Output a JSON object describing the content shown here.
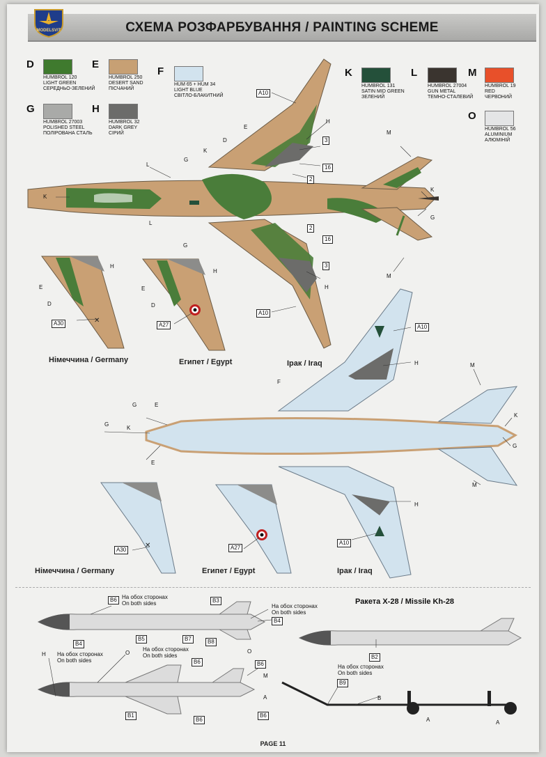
{
  "header": {
    "title": "СХЕМА РОЗФАРБУВАННЯ / PAINTING SCHEME",
    "logo_text": "MODELSVIT"
  },
  "swatches": [
    {
      "letter": "D",
      "color": "#3f7a2e",
      "lines": [
        "HUMBROL 120",
        "LIGHT GREEN",
        "СЕРЕДНЬО-ЗЕЛЕНИЙ"
      ]
    },
    {
      "letter": "E",
      "color": "#c7a074",
      "lines": [
        "HUMBROL 250",
        "DESERT SAND",
        "ПІСЧАНИЙ"
      ]
    },
    {
      "letter": "F",
      "color": "#d2e3ee",
      "lines": [
        "HUM 65 + HUM 34",
        "LIGHT BLUE",
        "СВІТЛО-БЛАКИТНИЙ"
      ]
    },
    {
      "letter": "K",
      "color": "#24503a",
      "lines": [
        "HUMBROL 131",
        "SATIN MID GREEN",
        "ЗЕЛЕНИЙ"
      ]
    },
    {
      "letter": "L",
      "color": "#3a342f",
      "lines": [
        "HUMBROL 27004",
        "GUN METAL",
        "ТЕМНО-СТАЛЕВИЙ"
      ]
    },
    {
      "letter": "M",
      "color": "#e8502a",
      "lines": [
        "HUMBROL 19",
        "RED",
        "ЧЕРВОНИЙ"
      ]
    },
    {
      "letter": "G",
      "color": "#a9aaa8",
      "lines": [
        "HUMBROL 27003",
        "POLISHED STEEL",
        "ПОЛІРОВАНА СТАЛЬ"
      ]
    },
    {
      "letter": "H",
      "color": "#6c6c6a",
      "lines": [
        "HUMBROL 32",
        "DARK GREY",
        "СІРИЙ"
      ]
    },
    {
      "letter": "O",
      "color": "#e4e5e6",
      "lines": [
        "HUMBROL 56",
        "ALUMINIUM",
        "АЛЮМІНІЙ"
      ]
    }
  ],
  "callouts": {
    "D": "D",
    "E": "E",
    "F": "F",
    "G": "G",
    "H": "H",
    "K": "K",
    "L": "L",
    "M": "M",
    "O": "O",
    "A": "A",
    "B": "B"
  },
  "decals": {
    "a10": "A10",
    "a30": "A30",
    "a27": "A27",
    "n2": "2",
    "n3": "3",
    "n16": "16",
    "b1": "B1",
    "b2": "B2",
    "b3": "B3",
    "b4": "B4",
    "b5": "B5",
    "b6": "B6",
    "b7": "B7",
    "b8": "B8",
    "b9": "B9"
  },
  "countries": {
    "germany": "Німеччина / Germany",
    "egypt": "Египет / Egypt",
    "iraq": "Ірак / Iraq"
  },
  "missiles": {
    "title": "Ракета Х-28 / Missile Kh-28",
    "both_sides_ua": "На обох сторонах",
    "both_sides_en": "On both sides"
  },
  "footer": {
    "page": "PAGE 11"
  }
}
